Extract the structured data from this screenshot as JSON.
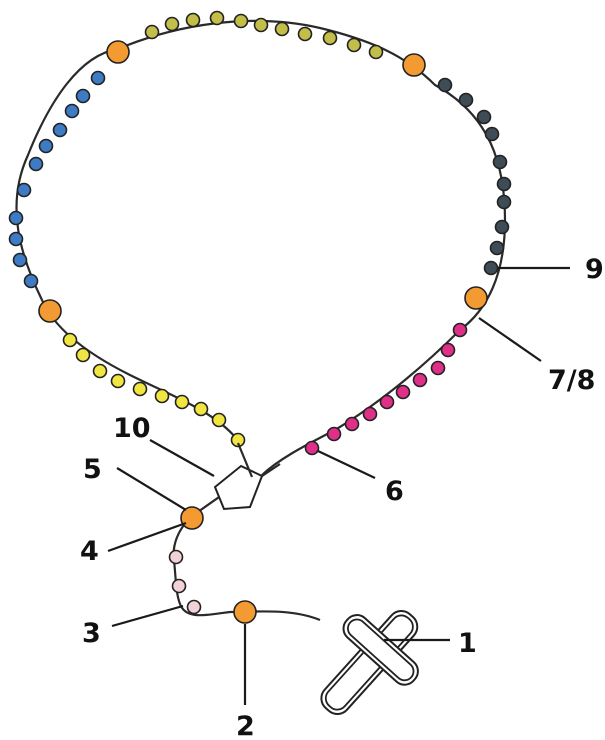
{
  "colors": {
    "cord": "#2a2a2a",
    "blue_decade": "#3d7cc4",
    "olive_decade": "#c3bd4a",
    "dark_decade": "#3d4c55",
    "pink_decade": "#df2f88",
    "yellow_decade": "#f1e641",
    "large_bead": "#f49a33",
    "small_bead_light_pink": "#f1d2d7",
    "centerpiece": "#ffffff",
    "cross": "#ffffff"
  },
  "labels": {
    "cross": "1",
    "first_large_bead": "2",
    "three_small_beads": "3",
    "fourth_bead": "4",
    "fifth_large_bead": "5",
    "first_decade": "6",
    "large_bead_7_8": "7/8",
    "second_decade": "9",
    "centerpiece": "10"
  },
  "icons": {
    "cross": "cross-icon",
    "centerpiece": "pentagon-medal-icon"
  }
}
